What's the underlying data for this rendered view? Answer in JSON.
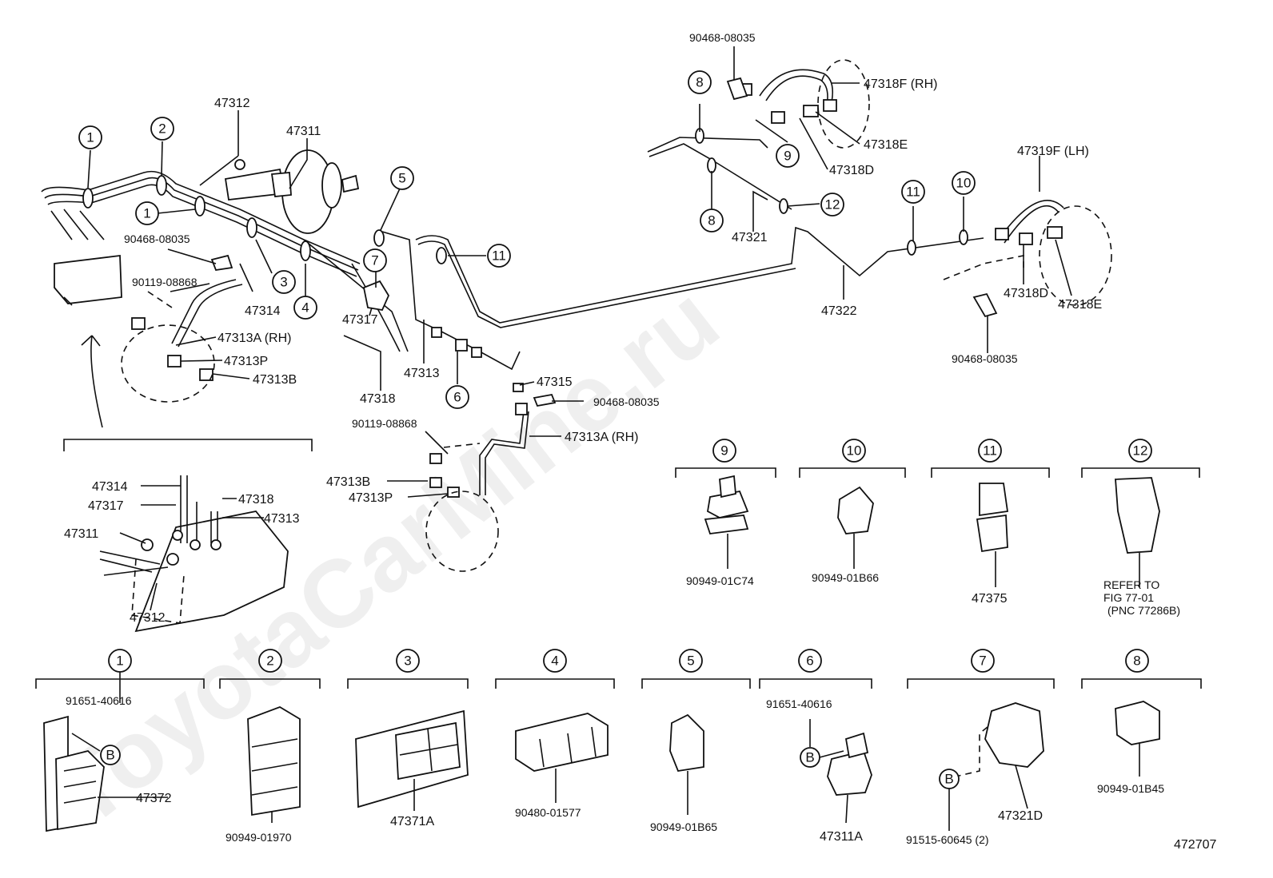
{
  "diagram_id": "472707",
  "watermark": "ToyotaCarMine.ru",
  "callouts": [
    "1",
    "2",
    "3",
    "4",
    "5",
    "6",
    "7",
    "8",
    "9",
    "10",
    "11",
    "12",
    "B"
  ],
  "labels": {
    "p47312_top": "47312",
    "p47311_top": "47311",
    "p90468_left": "90468-08035",
    "p90119_left": "90119-08868",
    "p47314_main": "47314",
    "p47313A_rh_left": "47313A (RH)",
    "p47313P_left": "47313P",
    "p47313B_left": "47313B",
    "p47317_main": "47317",
    "p47318_main": "47318",
    "p47313_main": "47313",
    "p47315": "47315",
    "p90468_mid": "90468-08035",
    "p90119_mid": "90119-08868",
    "p47313A_rh_mid": "47313A (RH)",
    "p47313B_mid": "47313B",
    "p47313P_mid": "47313P",
    "p90468_top": "90468-08035",
    "p47318F_rh": "47318F (RH)",
    "p47318E_top": "47318E",
    "p47318D_top": "47318D",
    "p47321": "47321",
    "p47322": "47322",
    "p47319F_lh": "47319F (LH)",
    "p47318D_right": "47318D",
    "p47318E_right": "47318E",
    "p90468_right": "90468-08035",
    "inset_47314": "47314",
    "inset_47317": "47317",
    "inset_47318": "47318",
    "inset_47313": "47313",
    "inset_47311": "47311",
    "inset_47312": "47312",
    "c9_part": "90949-01C74",
    "c10_part": "90949-01B66",
    "c11_part": "47375",
    "c12_ref1": "REFER TO",
    "c12_ref2": "FIG 77-01",
    "c12_ref3": "(PNC 77286B)",
    "d1_bolt": "91651-40616",
    "d1_part": "47372",
    "d2_part": "90949-01970",
    "d3_part": "47371A",
    "d4_part": "90480-01577",
    "d5_part": "90949-01B65",
    "d6_bolt": "91651-40616",
    "d6_part": "47311A",
    "d7_bolt": "91515-60645 (2)",
    "d7_part": "47321D",
    "d8_part": "90949-01B45"
  }
}
